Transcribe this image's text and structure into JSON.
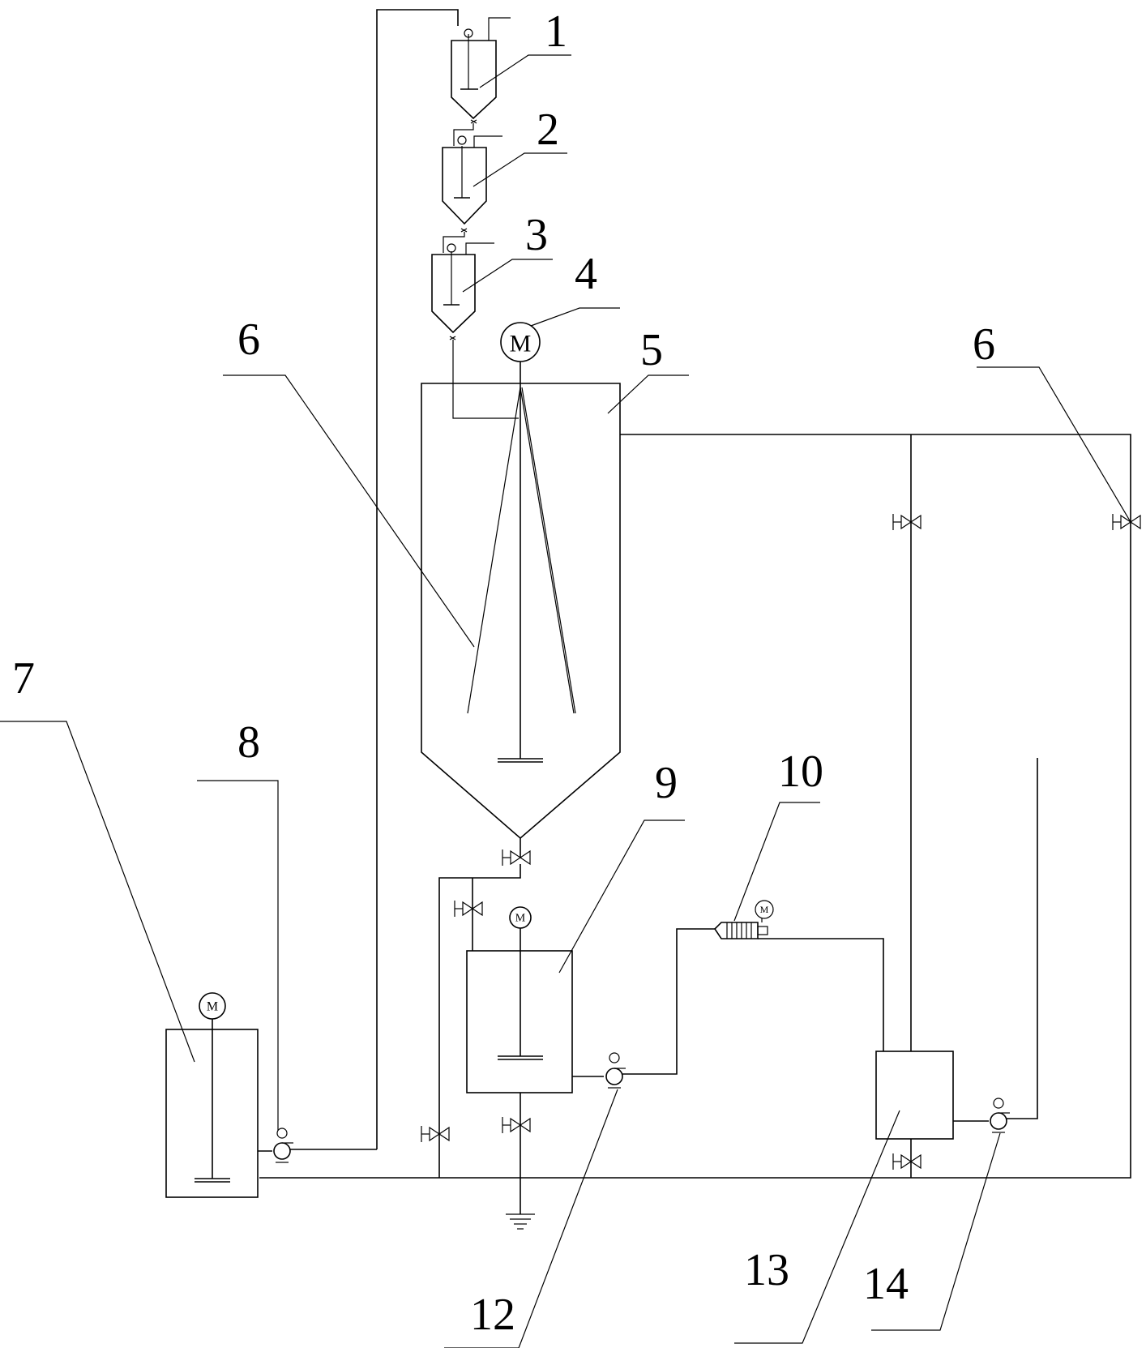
{
  "labels": {
    "n1": "1",
    "n2": "2",
    "n3": "3",
    "n4": "4",
    "n5": "5",
    "n6a": "6",
    "n6b": "6",
    "n7": "7",
    "n8": "8",
    "n9": "9",
    "n10": "10",
    "n12": "12",
    "n13": "13",
    "n14": "14"
  },
  "motor_symbol": "M",
  "colors": {
    "line": "#000000",
    "background": "#ffffff"
  }
}
